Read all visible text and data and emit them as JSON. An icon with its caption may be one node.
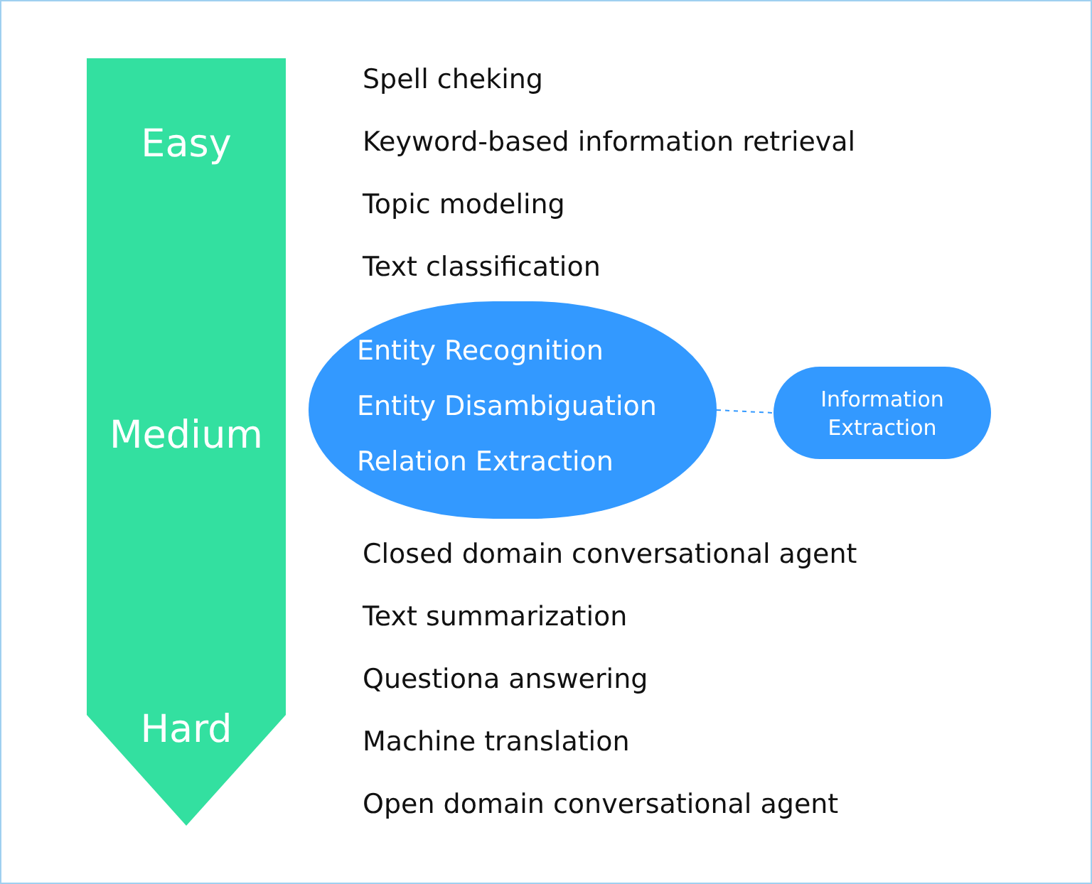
{
  "diagram": {
    "nodes": [
      {
        "text": [
          "Easy",
          "Medium",
          "Hard"
        ]
      },
      {
        "text": [
          "Entity Recognition",
          "Entity Disambiguation",
          "Relation Extraction"
        ]
      },
      {
        "text": [
          "Information Extraction"
        ]
      }
    ],
    "edges": [
      {
        "from": 1,
        "to": 2,
        "arrow": "none",
        "style": "dashed"
      }
    ],
    "labels": [
      "Spell cheking",
      "Keyword-based information retrieval",
      "Topic modeling",
      "Text classification",
      "Closed domain conversational agent",
      "Text summarization",
      "Questiona answering",
      "Machine translation",
      "Open domain conversational agent"
    ]
  }
}
